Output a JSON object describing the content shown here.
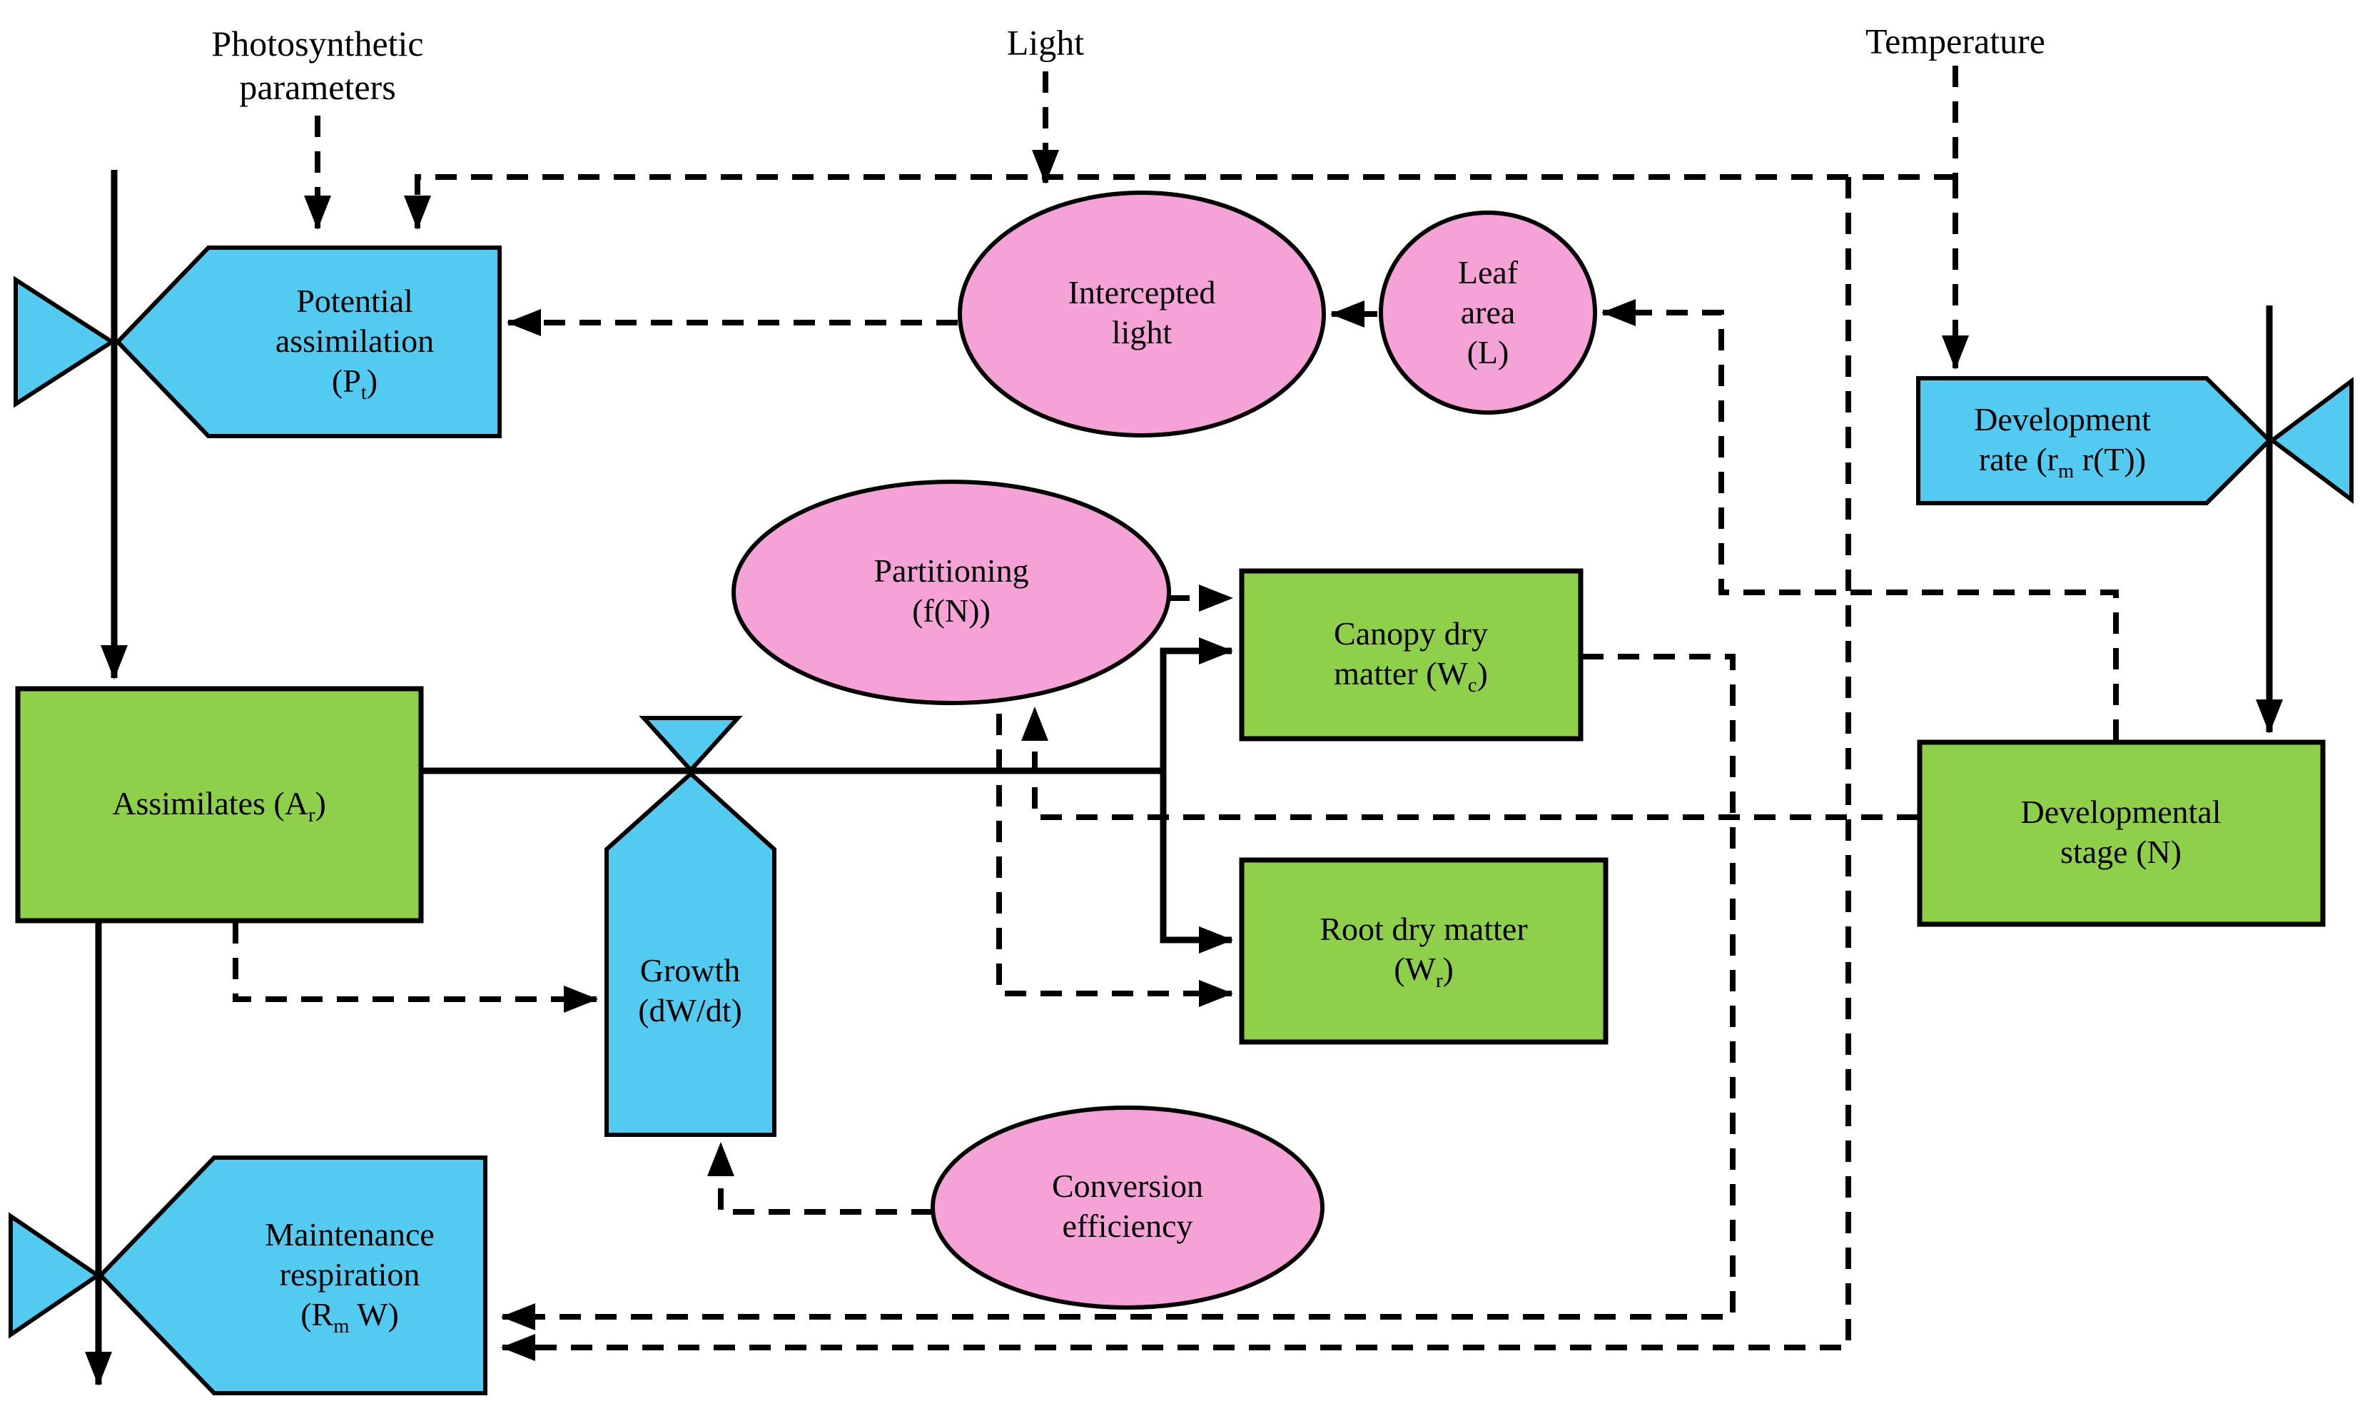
{
  "title": "Crop growth simulation model diagram",
  "colors": {
    "rate_blue": "#53CBF1",
    "stock_green": "#8FD04A",
    "auxiliary_pink": "#F5A3D6",
    "line_black": "#000000",
    "background": "#FFFFFF"
  },
  "labels": {
    "photosynthetic_parameters": {
      "line1": "Photosynthetic",
      "line2": "parameters"
    },
    "light": {
      "label": "Light"
    },
    "temperature": {
      "label": "Temperature"
    }
  },
  "nodes": {
    "potential_assimilation": {
      "line1": "Potential",
      "line2": "assimilation",
      "sym_pre": "(P",
      "sym_sub": "t",
      "sym_post": ")"
    },
    "development_rate": {
      "line1": "Development",
      "line2_pre": "rate (r",
      "line2_sub": "m",
      "line2_post": " r(T))"
    },
    "growth": {
      "line1": "Growth",
      "line2": "(dW/dt)"
    },
    "maintenance_respiration": {
      "line1": "Maintenance",
      "line2": "respiration",
      "sym_pre": "(R",
      "sym_sub": "m",
      "sym_post": " W)"
    },
    "assimilates": {
      "pre": "Assimilates (A",
      "sub": "r",
      "post": ")"
    },
    "canopy_dry_matter": {
      "line1": "Canopy dry",
      "line2_pre": "matter (W",
      "line2_sub": "c",
      "line2_post": ")"
    },
    "root_dry_matter": {
      "line1": "Root dry matter",
      "line2_pre": "(W",
      "line2_sub": "r",
      "line2_post": ")"
    },
    "developmental_stage": {
      "line1": "Developmental",
      "line2": "stage (N)"
    },
    "intercepted_light": {
      "line1": "Intercepted",
      "line2": "light"
    },
    "leaf_area": {
      "line1": "Leaf",
      "line2": "area",
      "line3": "(L)"
    },
    "partitioning": {
      "line1": "Partitioning",
      "line2": "(f(N))"
    },
    "conversion_efficiency": {
      "line1": "Conversion",
      "line2": "efficiency"
    }
  },
  "links": [
    {
      "from": "photosynthetic-parameters",
      "to": "potential-assimilation",
      "style": "dashed"
    },
    {
      "from": "temperature",
      "to": "potential-assimilation",
      "style": "dashed"
    },
    {
      "from": "temperature",
      "to": "development-rate",
      "style": "dashed"
    },
    {
      "from": "temperature",
      "to": "maintenance-respiration",
      "style": "dashed"
    },
    {
      "from": "light",
      "to": "intercepted-light",
      "style": "dashed"
    },
    {
      "from": "leaf-area",
      "to": "intercepted-light",
      "style": "dashed"
    },
    {
      "from": "intercepted-light",
      "to": "potential-assimilation",
      "style": "dashed"
    },
    {
      "from": "developmental-stage",
      "to": "leaf-area",
      "style": "dashed"
    },
    {
      "from": "developmental-stage",
      "to": "partitioning",
      "style": "dashed"
    },
    {
      "from": "partitioning",
      "to": "canopy-dry-matter",
      "style": "dashed"
    },
    {
      "from": "partitioning",
      "to": "root-dry-matter",
      "style": "dashed"
    },
    {
      "from": "canopy-dry-matter",
      "to": "maintenance-respiration",
      "style": "dashed"
    },
    {
      "from": "assimilates",
      "to": "growth",
      "style": "dashed"
    },
    {
      "from": "conversion-efficiency",
      "to": "growth",
      "style": "dashed"
    },
    {
      "from": "potential-assimilation-valve",
      "to": "assimilates",
      "style": "solid-flow"
    },
    {
      "from": "assimilates",
      "to": "growth-valve",
      "style": "solid-flow"
    },
    {
      "from": "growth-valve",
      "to": "canopy-dry-matter",
      "style": "solid-flow"
    },
    {
      "from": "growth-valve",
      "to": "root-dry-matter",
      "style": "solid-flow"
    },
    {
      "from": "assimilates",
      "to": "maintenance-respiration-valve",
      "style": "solid-flow"
    },
    {
      "from": "development-rate-valve",
      "to": "developmental-stage",
      "style": "solid-flow"
    }
  ]
}
